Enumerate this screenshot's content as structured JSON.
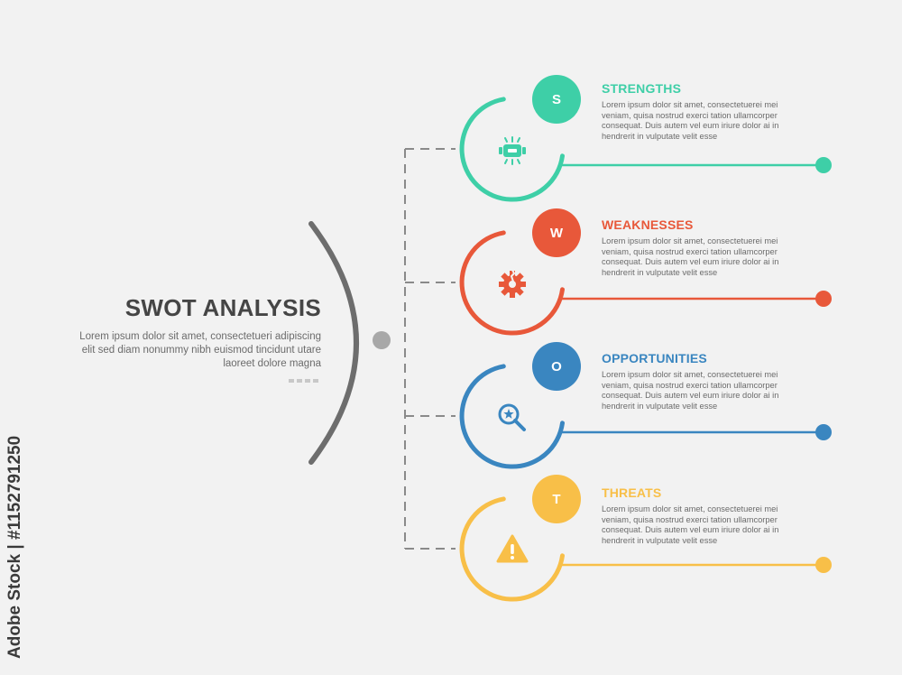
{
  "main": {
    "title": "SWOT ANALYSIS",
    "description_lines": [
      "Lorem ipsum dolor sit amet, consectetueri adipiscing",
      "elit sed diam nonummy nibh euismod tincidunt utare",
      "laoreet dolore magna"
    ]
  },
  "items": [
    {
      "letter": "S",
      "title": "STRENGTHS",
      "text": "Lorem ipsum dolor sit amet, consectetuerei mei veniam, quisa nostrud exerci tation ullamcorper consequat. Duis autem vel eum iriure dolor ai in hendrerit in vulputate velit esse",
      "color": "#3ecfa7",
      "icon": "wrestling-belt-icon"
    },
    {
      "letter": "W",
      "title": "WEAKNESSES",
      "text": "Lorem ipsum dolor sit amet, consectetuerei mei veniam, quisa nostrud exerci tation ullamcorper consequat. Duis autem vel eum iriure dolor ai in hendrerit in vulputate velit esse",
      "color": "#e8583a",
      "icon": "broken-gear-icon"
    },
    {
      "letter": "O",
      "title": "OPPORTUNITIES",
      "text": "Lorem ipsum dolor sit amet, consectetuerei mei veniam, quisa nostrud exerci tation ullamcorper consequat. Duis autem vel eum iriure dolor ai in hendrerit in vulputate velit esse",
      "color": "#3a86c0",
      "icon": "star-magnifier-icon"
    },
    {
      "letter": "T",
      "title": "THREATS",
      "text": "Lorem ipsum dolor sit amet, consectetuerei mei veniam, quisa nostrud exerci tation ullamcorper consequat. Duis autem vel eum iriure dolor ai in hendrerit in vulputate velit esse",
      "color": "#f8bf48",
      "icon": "warning-triangle-icon"
    }
  ],
  "colors": {
    "background": "#f2f2f2",
    "bracket": "#6d6d6d",
    "connector": "#8a8a8a",
    "title": "#454545",
    "body_text": "#6b6b6b"
  },
  "watermark": "Adobe Stock | #1152791250"
}
